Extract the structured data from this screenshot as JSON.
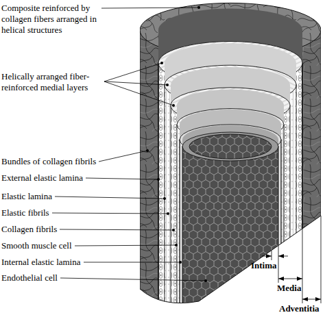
{
  "diagram": {
    "labels": [
      "Composite reinforced by collagen fibers arranged in helical structures",
      "Helically arranged fiber-reinforced medial layers",
      "Bundles of collagen fibrils",
      "External elastic lamina",
      "Elastic lamina",
      "Elastic fibrils",
      "Collagen fibrils",
      "Smooth muscle cell",
      "Internal elastic lamina",
      "Endothelial cell",
      "Intima",
      "Media",
      "Adventitia"
    ]
  }
}
